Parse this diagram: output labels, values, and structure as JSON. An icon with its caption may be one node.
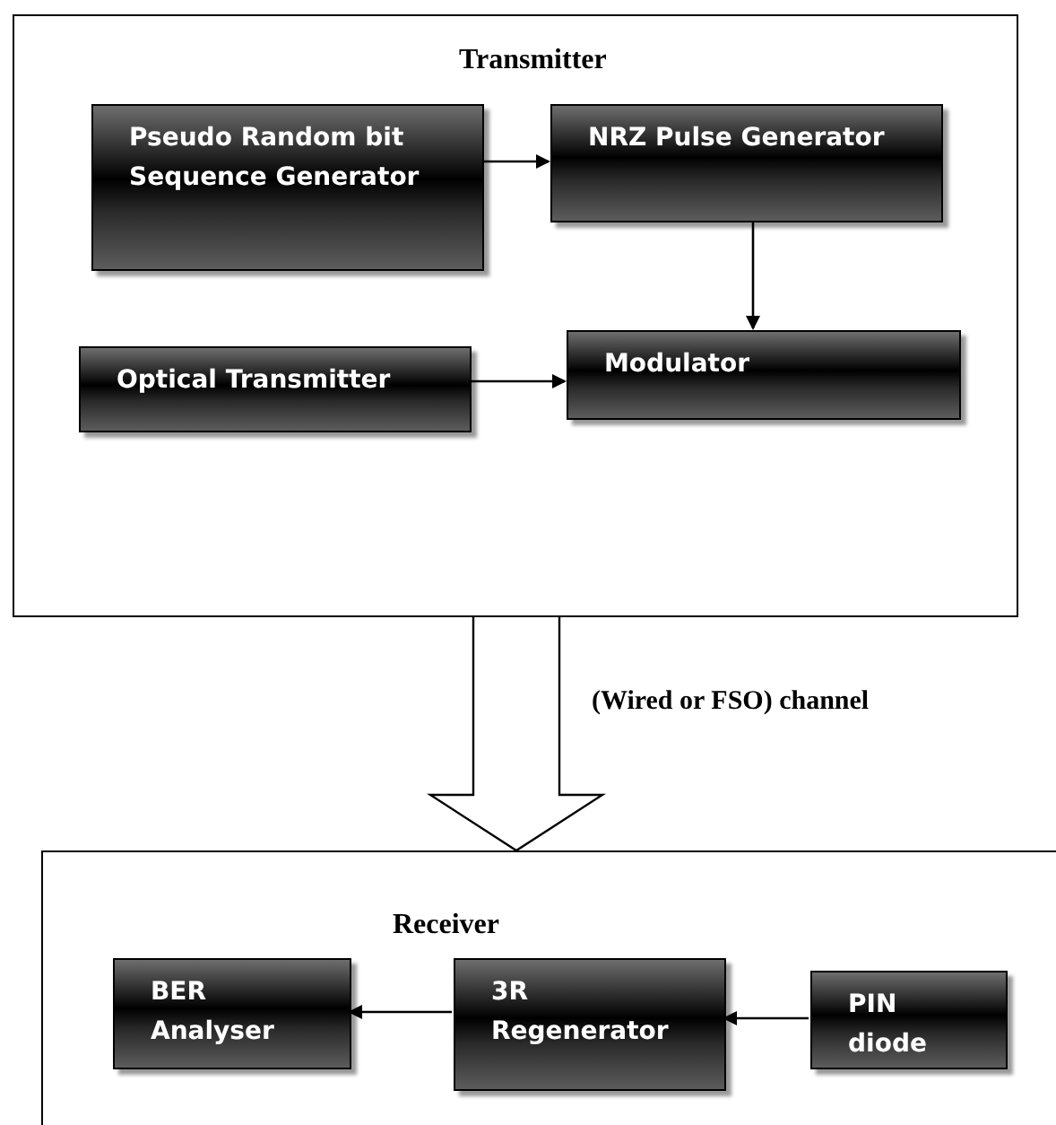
{
  "diagram": {
    "nodes": [
      {
        "text": [
          "Transmitter"
        ]
      },
      {
        "text": [
          "Pseudo Random bit Sequence Generator"
        ],
        "in": 0
      },
      {
        "text": [
          "NRZ Pulse Generator"
        ],
        "in": 0
      },
      {
        "text": [
          "Optical Transmitter"
        ],
        "in": 0
      },
      {
        "text": [
          "Modulator"
        ],
        "in": 0
      },
      {
        "text": [
          "Receiver"
        ]
      },
      {
        "text": [
          "BER Analyser"
        ],
        "in": 5
      },
      {
        "text": [
          "3R Regenerator"
        ],
        "in": 5
      },
      {
        "text": [
          "PIN diode"
        ],
        "in": 5
      }
    ],
    "edges": [
      {
        "from": 1,
        "to": 2,
        "arrow": "to"
      },
      {
        "from": 2,
        "to": 4,
        "arrow": "to"
      },
      {
        "from": 3,
        "to": 4,
        "arrow": "to"
      },
      {
        "from": 0,
        "to": 5,
        "arrow": "to",
        "label": "(Wired or FSO) channel",
        "style": "thick"
      },
      {
        "from": 8,
        "to": 7,
        "arrow": "to"
      },
      {
        "from": 7,
        "to": 6,
        "arrow": "to"
      }
    ]
  }
}
